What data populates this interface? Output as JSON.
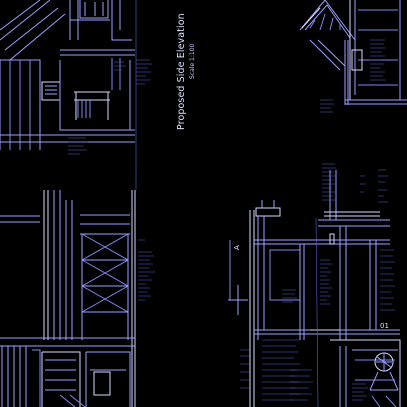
{
  "drawing": {
    "title": "Proposed Side Elevation",
    "scale": "Scale 1:100"
  },
  "tags": {
    "section_mark_a": "A",
    "section_mark_b": "01"
  },
  "colors": {
    "background": "#000000",
    "linework": "#9aa0ff",
    "linework_bright": "#d6d8ff",
    "text": "#a8adff"
  }
}
